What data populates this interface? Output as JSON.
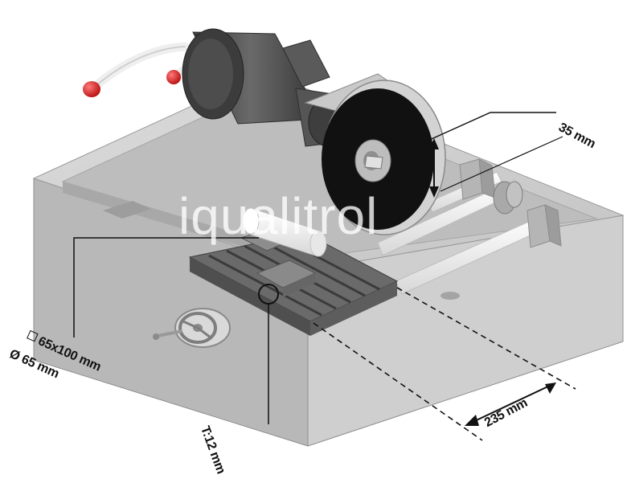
{
  "labels": {
    "depth": "35 mm",
    "travel": "235 mm",
    "slot": "T:12 mm",
    "capacity_rect": "65x100 mm",
    "capacity_round": "Ø 65 mm"
  },
  "watermark": "iqualitrol",
  "colors": {
    "base": "#c9c9c9",
    "base_dark": "#9e9e9e",
    "base_light": "#e2e2e2",
    "motor": "#4a4a4a",
    "blade": "#111111",
    "handle_tip": "#d01a1a",
    "rod": "#f2f2f2"
  }
}
